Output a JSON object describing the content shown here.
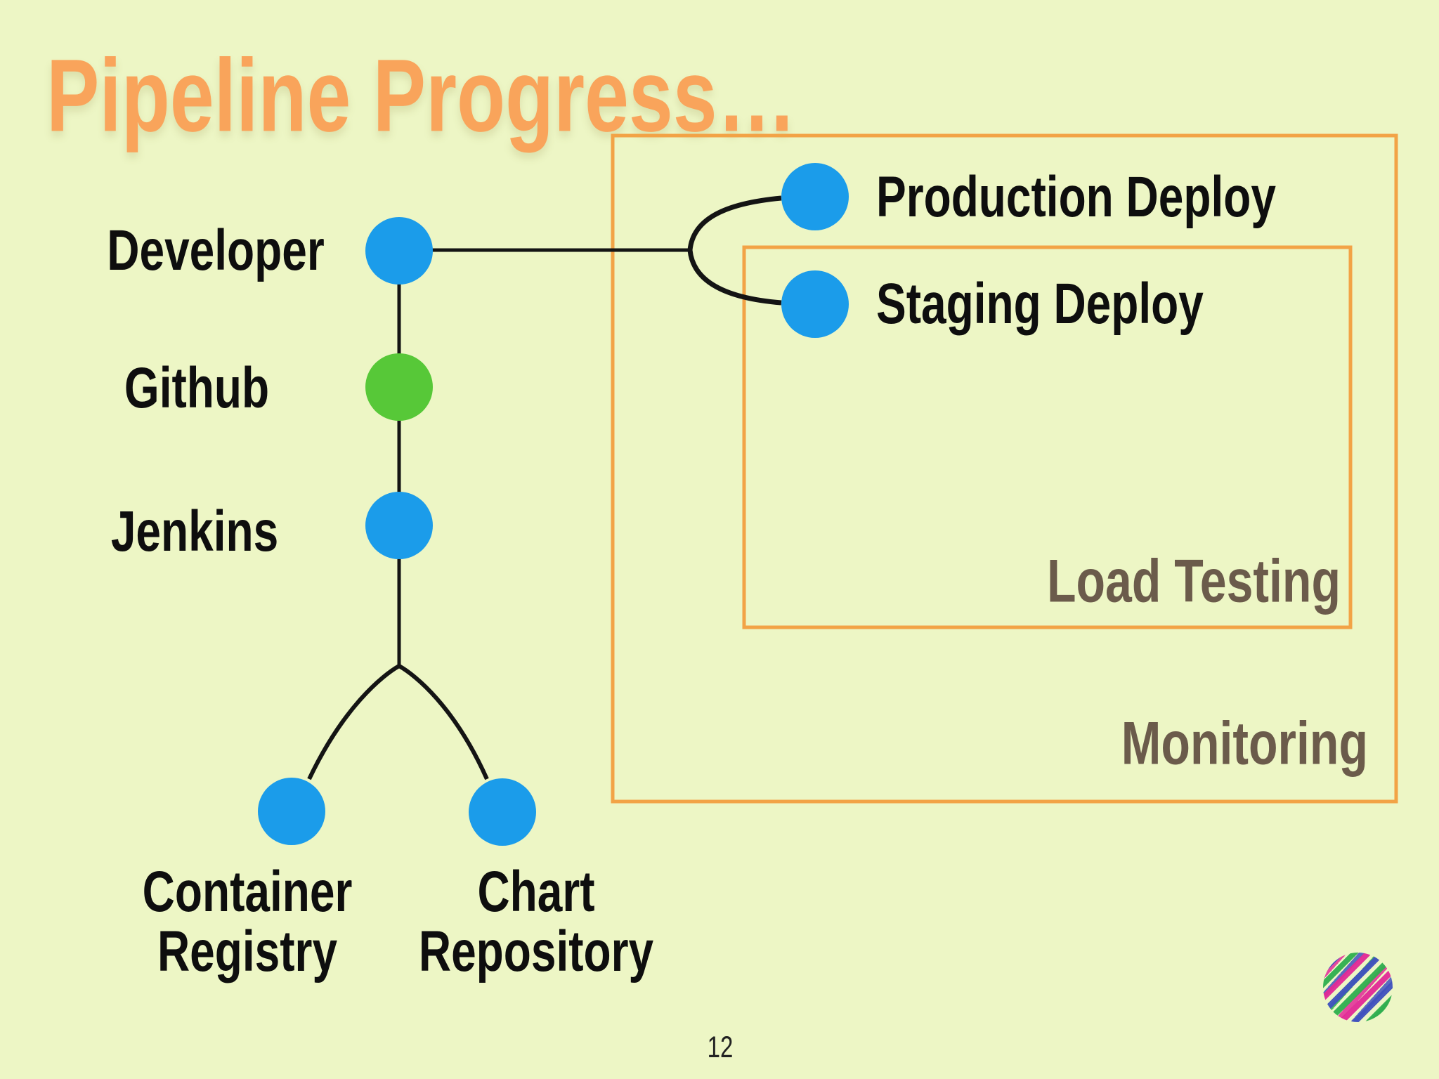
{
  "slide": {
    "title": "Pipeline Progress…",
    "page_number": "12"
  },
  "nodes": {
    "developer": {
      "label": "Developer",
      "color": "#1B9CEA"
    },
    "github": {
      "label": "Github",
      "color": "#57C838"
    },
    "jenkins": {
      "label": "Jenkins",
      "color": "#1B9CEA"
    },
    "container_registry": {
      "label": "Container\nRegistry",
      "color": "#1B9CEA"
    },
    "chart_repository": {
      "label": "Chart\nRepository",
      "color": "#1B9CEA"
    },
    "production_deploy": {
      "label": "Production Deploy",
      "color": "#1B9CEA"
    },
    "staging_deploy": {
      "label": "Staging Deploy",
      "color": "#1B9CEA"
    }
  },
  "zones": {
    "monitoring": {
      "label": "Monitoring"
    },
    "load_testing": {
      "label": "Load Testing"
    }
  },
  "colors": {
    "background": "#EDF6C5",
    "title": "#F9A45B",
    "box_border": "#F2A346",
    "zone_label": "#6B5B4B",
    "node_blue": "#1B9CEA",
    "node_green": "#57C838",
    "connector": "#141414",
    "text": "#0E0E0E"
  }
}
